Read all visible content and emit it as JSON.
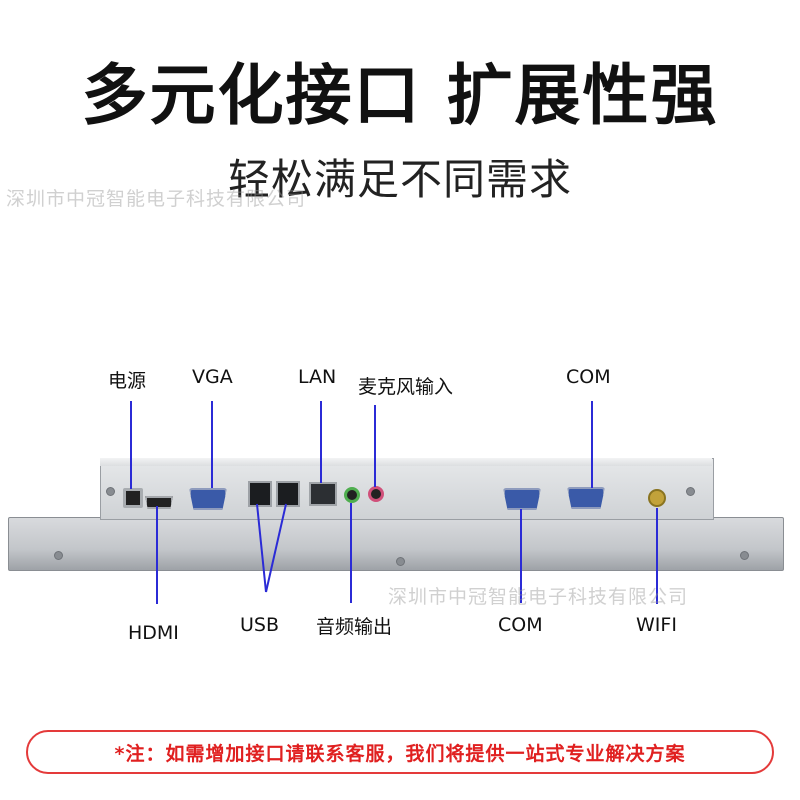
{
  "headline": "多元化接口 扩展性强",
  "subheadline": "轻松满足不同需求",
  "watermark_top": "深圳市中冠智能电子科技有限公司",
  "watermark_bottom": "深圳市中冠智能电子科技有限公司",
  "labels_top": {
    "power": "电源",
    "vga": "VGA",
    "lan": "LAN",
    "mic": "麦克风输入",
    "com": "COM"
  },
  "labels_bottom": {
    "hdmi": "HDMI",
    "usb": "USB",
    "audio_out": "音频输出",
    "com": "COM",
    "wifi": "WIFI"
  },
  "notice": "*注：如需增加接口请联系客服，我们将提供一站式专业解决方案",
  "colors": {
    "leader_line": "#2b2bd6",
    "notice_red": "#e02020",
    "mic_jack": "#d0507a",
    "audio_jack": "#4fae4f"
  }
}
